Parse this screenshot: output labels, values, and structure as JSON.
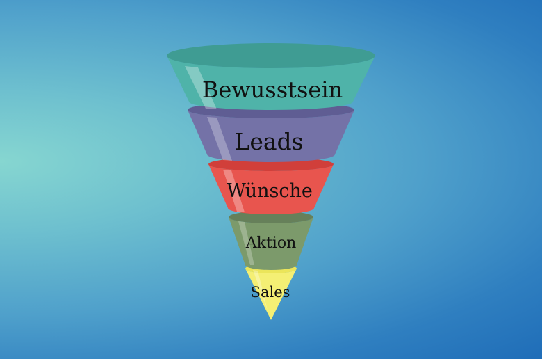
{
  "funnel": {
    "stages": [
      {
        "label": "Bewusstsein",
        "color": "#4fb3a9",
        "shade": "#3f9c93"
      },
      {
        "label": "Leads",
        "color": "#7472a7",
        "shade": "#5f5d93"
      },
      {
        "label": "Wünsche",
        "color": "#e8554e",
        "shade": "#d13f3a"
      },
      {
        "label": "Aktion",
        "color": "#7c9a6b",
        "shade": "#66805a"
      },
      {
        "label": "Sales",
        "color": "#f4ef74",
        "shade": "#ebe55a"
      }
    ]
  }
}
